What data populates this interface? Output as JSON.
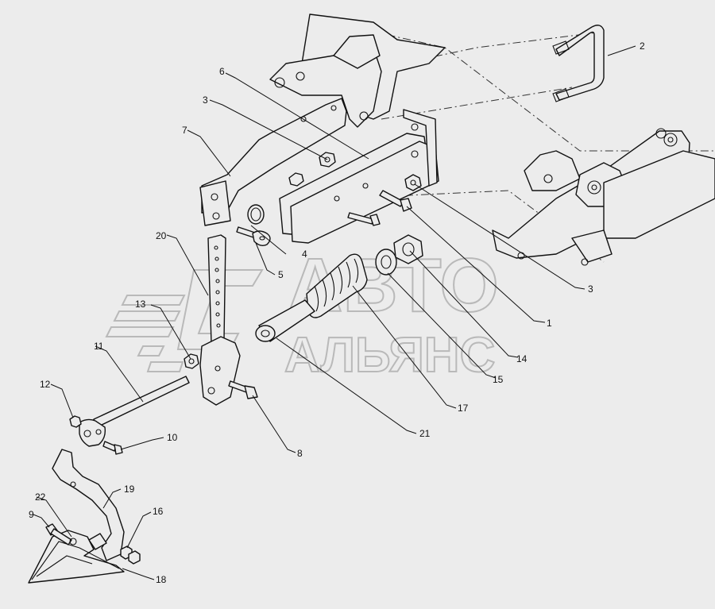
{
  "watermark": {
    "line1": "АВТО",
    "line2": "АЛЬЯНС"
  },
  "callouts": [
    {
      "id": "c1",
      "label": "1"
    },
    {
      "id": "c2",
      "label": "2"
    },
    {
      "id": "c3a",
      "label": "3"
    },
    {
      "id": "c3b",
      "label": "3"
    },
    {
      "id": "c4",
      "label": "4"
    },
    {
      "id": "c5",
      "label": "5"
    },
    {
      "id": "c6",
      "label": "6"
    },
    {
      "id": "c7",
      "label": "7"
    },
    {
      "id": "c8",
      "label": "8"
    },
    {
      "id": "c9",
      "label": "9"
    },
    {
      "id": "c10",
      "label": "10"
    },
    {
      "id": "c11",
      "label": "11"
    },
    {
      "id": "c12",
      "label": "12"
    },
    {
      "id": "c13",
      "label": "13"
    },
    {
      "id": "c14",
      "label": "14"
    },
    {
      "id": "c15",
      "label": "15"
    },
    {
      "id": "c16",
      "label": "16"
    },
    {
      "id": "c17",
      "label": "17"
    },
    {
      "id": "c18",
      "label": "18"
    },
    {
      "id": "c19",
      "label": "19"
    },
    {
      "id": "c20",
      "label": "20"
    },
    {
      "id": "c21",
      "label": "21"
    },
    {
      "id": "c22",
      "label": "22"
    }
  ]
}
